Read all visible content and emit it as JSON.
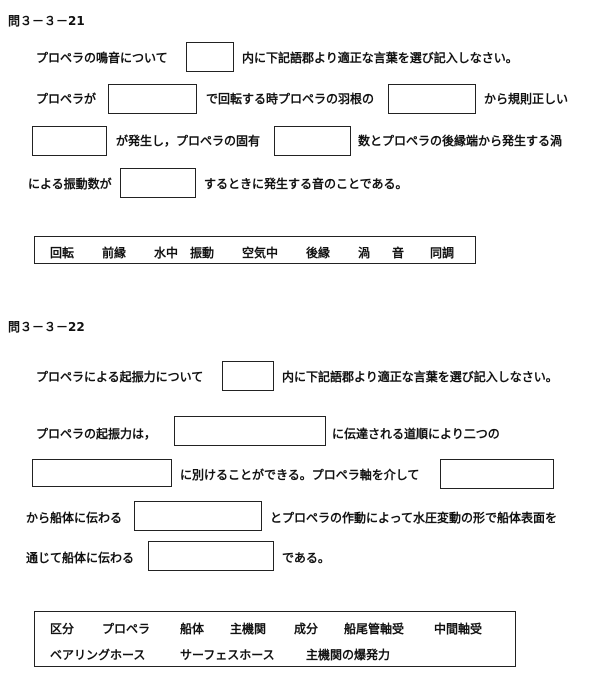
{
  "q21": {
    "title": "問３－３－21",
    "intro_a": "プロペラの鳴音について",
    "intro_b": "内に下記語郡より適正な言葉を選び記入しなさい。",
    "l1_a": "プロペラが",
    "l1_b": "で回転する時プロペラの羽根の",
    "l1_c": "から規則正しい",
    "l2_a": "が発生し，プロペラの固有",
    "l2_b": "数とプロペラの後縁端から発生する渦",
    "l3_a": "による振動数が",
    "l3_b": "するときに発生する音のことである。",
    "words": [
      "回転",
      "前縁",
      "水中",
      "振動",
      "空気中",
      "後縁",
      "渦",
      "音",
      "同調"
    ]
  },
  "q22": {
    "title": "問３－３－22",
    "intro_a": "プロペラによる起振力について",
    "intro_b": "内に下記語郡より適正な言葉を選び記入しなさい。",
    "l1_a": "プロペラの起振力は，",
    "l1_b": "に伝達される道順により二つの",
    "l2_a": "に別けることができる。プロペラ軸を介して",
    "l3_a": "から船体に伝わる",
    "l3_b": "とプロペラの作動によって水圧変動の形で船体表面を",
    "l4_a": "通じて船体に伝わる",
    "l4_b": "である。",
    "words_row1": [
      "区分",
      "プロペラ",
      "船体",
      "主機関",
      "成分",
      "船尾管軸受",
      "中間軸受"
    ],
    "words_row2": [
      "ベアリングホース",
      "サーフェスホース",
      "主機関の爆発力"
    ]
  }
}
